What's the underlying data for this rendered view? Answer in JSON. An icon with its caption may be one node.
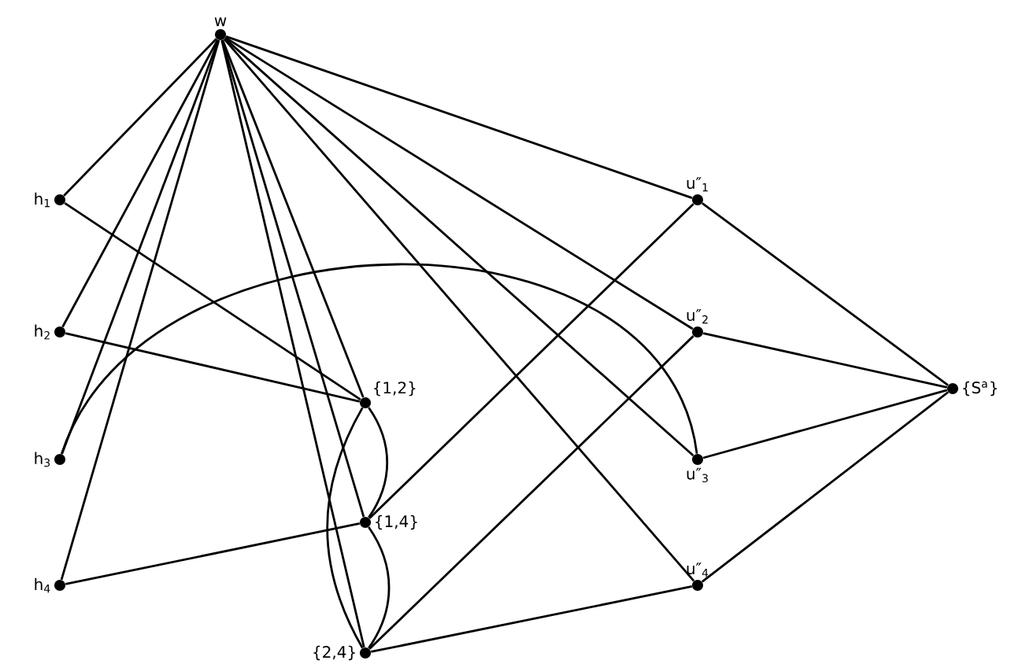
{
  "diagram": {
    "nodes": [
      {
        "text": [
          "w"
        ]
      },
      {
        "text": [
          "h$_{1}$"
        ]
      },
      {
        "text": [
          "h$_{2}$"
        ]
      },
      {
        "text": [
          "h$_{3}$"
        ]
      },
      {
        "text": [
          "h$_{4}$"
        ]
      },
      {
        "text": [
          "{1,2}"
        ]
      },
      {
        "text": [
          "{1,4}"
        ]
      },
      {
        "text": [
          "{2,4}"
        ]
      },
      {
        "text": [
          "u″$_{1}$"
        ]
      },
      {
        "text": [
          "u″$_{2}$"
        ]
      },
      {
        "text": [
          "u″$_{3}$"
        ]
      },
      {
        "text": [
          "u″$_{4}$"
        ]
      },
      {
        "text": [
          "{S$^{a}$}"
        ]
      }
    ],
    "edges": [
      {
        "from": 0,
        "to": 1,
        "arrow": "none"
      },
      {
        "from": 0,
        "to": 2,
        "arrow": "none"
      },
      {
        "from": 0,
        "to": 3,
        "arrow": "none"
      },
      {
        "from": 0,
        "to": 4,
        "arrow": "none"
      },
      {
        "from": 0,
        "to": 5,
        "arrow": "none"
      },
      {
        "from": 0,
        "to": 6,
        "arrow": "none"
      },
      {
        "from": 0,
        "to": 7,
        "arrow": "none"
      },
      {
        "from": 0,
        "to": 8,
        "arrow": "none"
      },
      {
        "from": 0,
        "to": 9,
        "arrow": "none"
      },
      {
        "from": 0,
        "to": 10,
        "arrow": "none"
      },
      {
        "from": 0,
        "to": 11,
        "arrow": "none"
      },
      {
        "from": 1,
        "to": 5,
        "arrow": "none"
      },
      {
        "from": 2,
        "to": 5,
        "arrow": "none"
      },
      {
        "from": 4,
        "to": 6,
        "arrow": "none"
      },
      {
        "from": 3,
        "to": 10,
        "arrow": "none"
      },
      {
        "from": 5,
        "to": 6,
        "arrow": "none"
      },
      {
        "from": 5,
        "to": 7,
        "arrow": "none"
      },
      {
        "from": 6,
        "to": 7,
        "arrow": "none"
      },
      {
        "from": 6,
        "to": 8,
        "arrow": "none"
      },
      {
        "from": 7,
        "to": 9,
        "arrow": "none"
      },
      {
        "from": 7,
        "to": 11,
        "arrow": "none"
      },
      {
        "from": 8,
        "to": 12,
        "arrow": "none"
      },
      {
        "from": 9,
        "to": 12,
        "arrow": "none"
      },
      {
        "from": 10,
        "to": 12,
        "arrow": "none"
      },
      {
        "from": 11,
        "to": 12,
        "arrow": "none"
      }
    ]
  }
}
